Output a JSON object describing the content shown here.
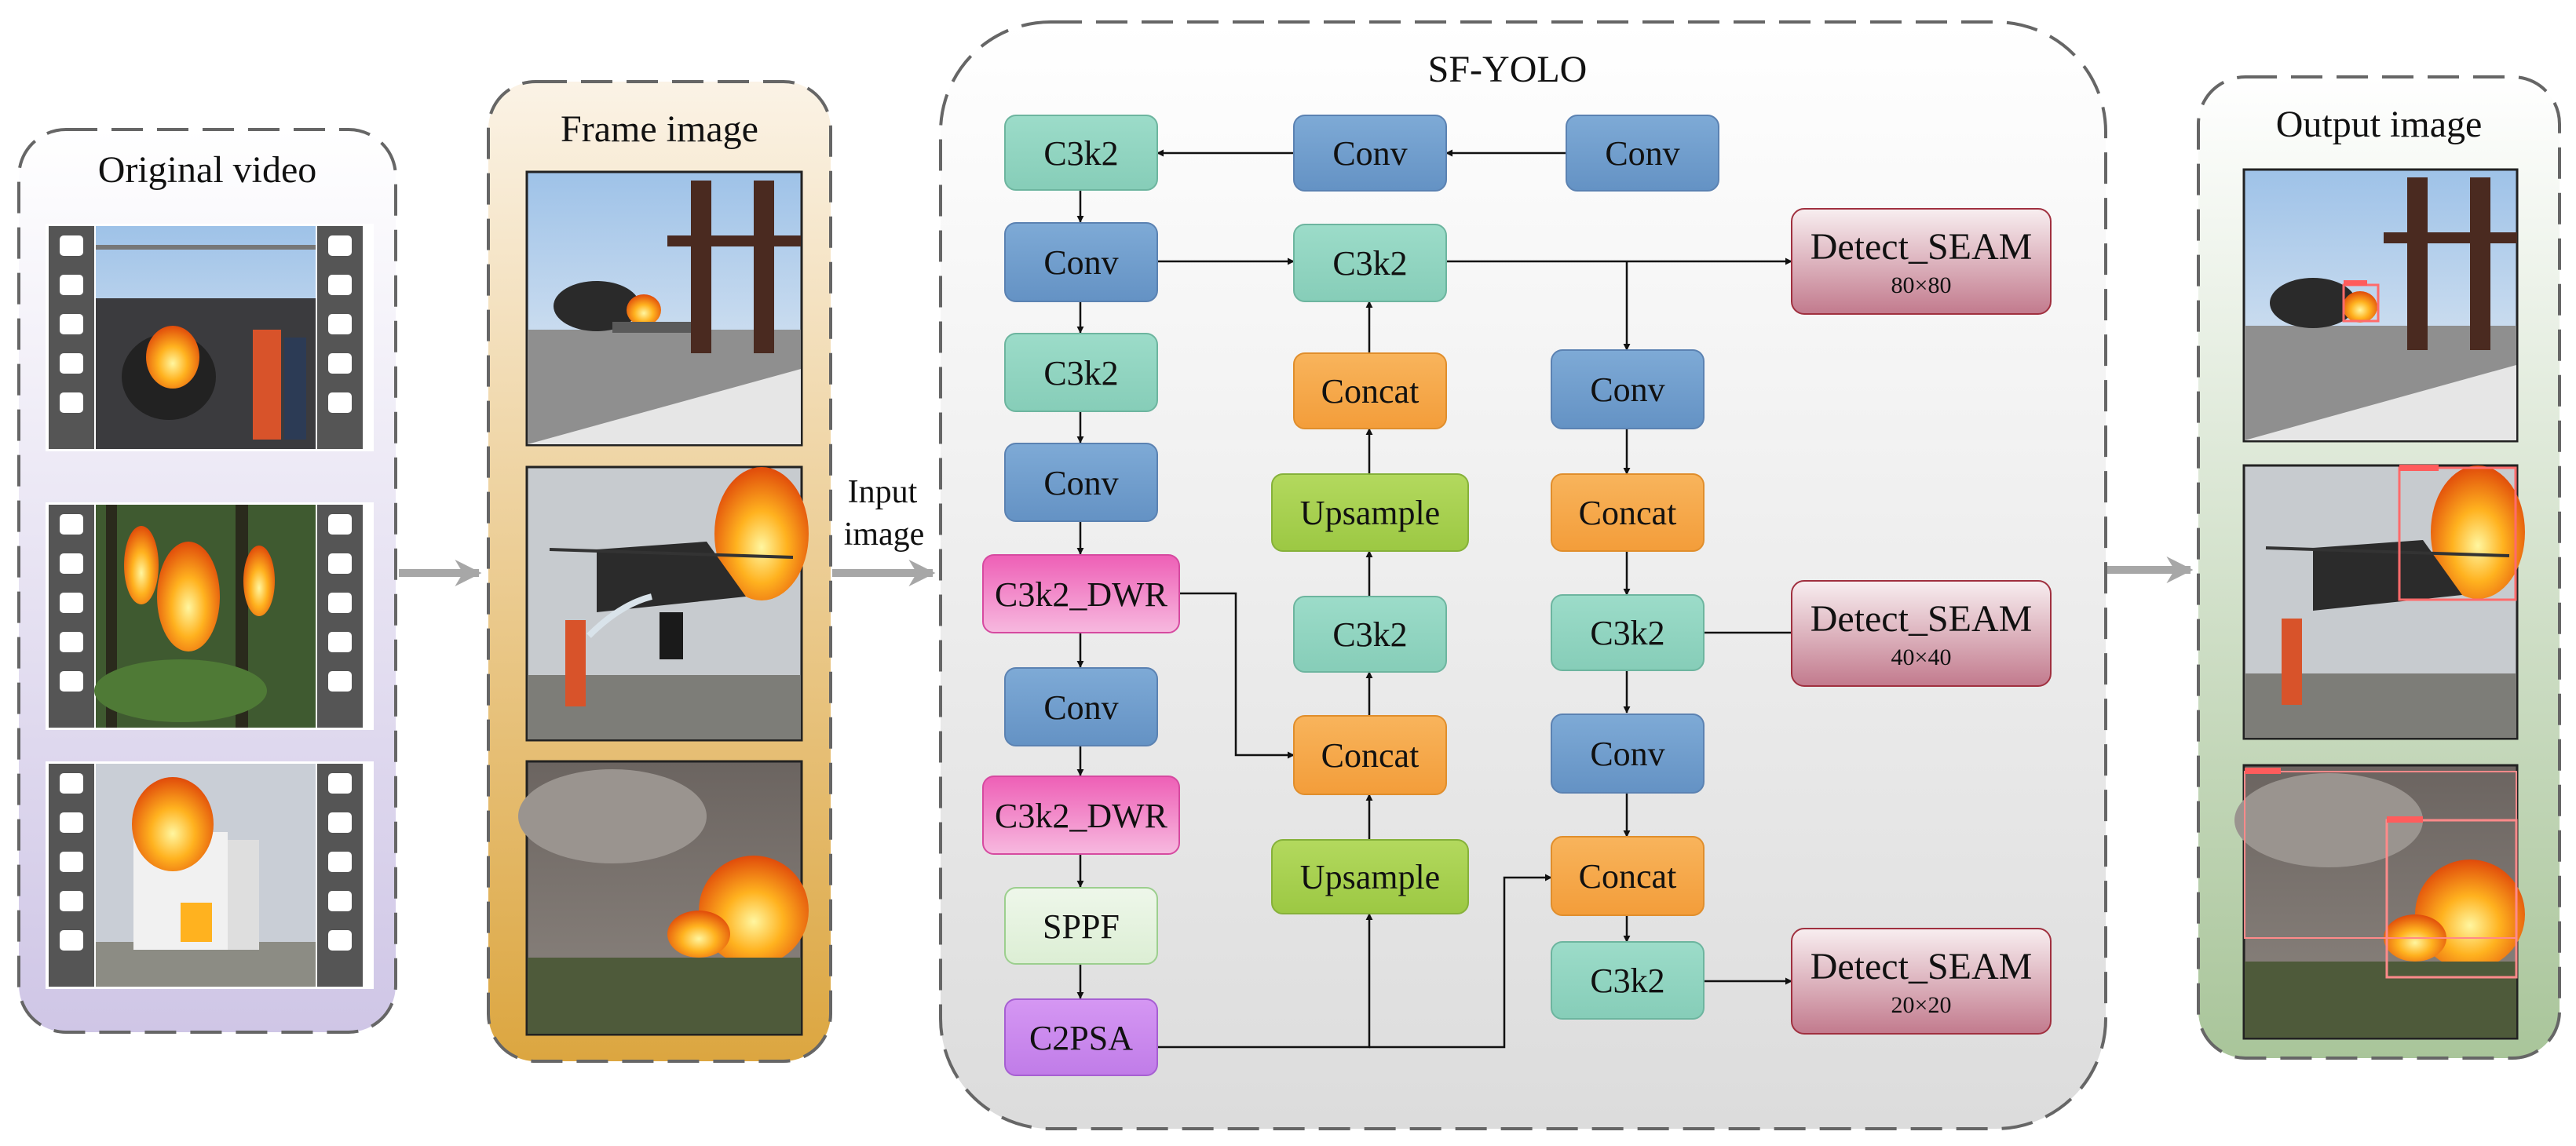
{
  "panels": {
    "original_video": {
      "title": "Original video",
      "frame_contents": [
        "firefighters at burning industrial tank",
        "forest fire",
        "burning wooden structure"
      ]
    },
    "frame_image": {
      "title": "Frame image",
      "image_contents": [
        "industrial fire training ground",
        "helicopter fire with firefighter spraying water",
        "wildfire with heavy smoke"
      ]
    },
    "input_label": [
      "Input",
      "image"
    ],
    "sf_yolo": {
      "title": "SF-YOLO"
    },
    "output_image": {
      "title": "Output image",
      "image_contents": [
        "detected fire box on training ground",
        "detected fire box on helicopter",
        "detected fire and smoke boxes on wildfire"
      ]
    }
  },
  "blocks": {
    "b_conv_top_right": "Conv",
    "b_conv_top_mid": "Conv",
    "b_c3k2_top": "C3k2",
    "b_conv_1": "Conv",
    "b_c3k2_1": "C3k2",
    "b_conv_2": "Conv",
    "b_c3k2dwr_1": "C3k2_DWR",
    "b_conv_3": "Conv",
    "b_c3k2dwr_2": "C3k2_DWR",
    "b_sppf": "SPPF",
    "b_c2psa": "C2PSA",
    "b_c3k2_mid_top": "C3k2",
    "b_concat_mid_1": "Concat",
    "b_upsample_1": "Upsample",
    "b_c3k2_mid_2": "C3k2",
    "b_concat_mid_2": "Concat",
    "b_upsample_2": "Upsample",
    "b_conv_r1": "Conv",
    "b_concat_r1": "Concat",
    "b_c3k2_r1": "C3k2",
    "b_conv_r2": "Conv",
    "b_concat_r2": "Concat",
    "b_c3k2_r2": "C3k2",
    "b_detect_1": "Detect_SEAM",
    "b_detect_2": "Detect_SEAM",
    "b_detect_3": "Detect_SEAM"
  },
  "detect_sizes": {
    "d1": "80×80",
    "d2": "40×40",
    "d3": "20×20"
  },
  "colors": {
    "conv": "#6f9fcf",
    "c3k2": "#8fd4c0",
    "concat": "#f7a94a",
    "upsample": "#a8d14e",
    "c3k2_dwr": "#f06dbd",
    "sppf": "#e2f1dc",
    "c2psa": "#c987ee",
    "detect": "#c98696",
    "panel_original": "#d8d0ea",
    "panel_frame": "#e1b04e",
    "panel_output": "#b4cca6",
    "panel_yolo": "#e2e2e2"
  }
}
